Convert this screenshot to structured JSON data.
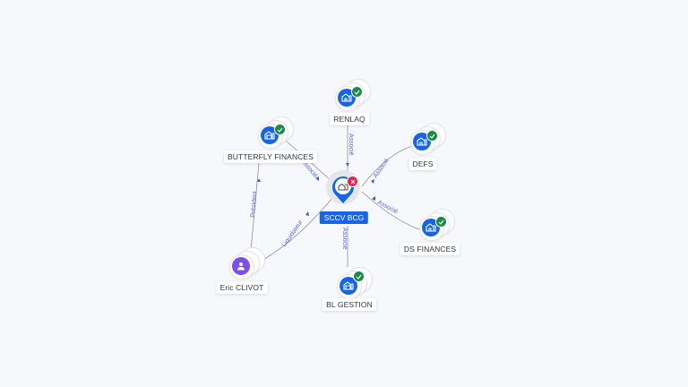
{
  "colors": {
    "company": "#1565e6",
    "person": "#7b4fe8",
    "verified": "#1a8a4a",
    "closed": "#e0234e",
    "edge": "#8a8fa0",
    "edge_label": "#5a6ad6"
  },
  "center": {
    "name": "SCCV BCG",
    "icon": "building-icon",
    "status_icon": "close-icon"
  },
  "nodes": [
    {
      "id": "renlaq",
      "name": "RENLAQ",
      "type": "company",
      "icon": "building-icon",
      "status_icon": "check-icon",
      "relation": "Associé"
    },
    {
      "id": "butterfly",
      "name": "BUTTERFLY FINANCES",
      "type": "company",
      "icon": "building-icon",
      "status_icon": "check-icon",
      "relation": "Associé"
    },
    {
      "id": "defs",
      "name": "DEFS",
      "type": "company",
      "icon": "building-icon",
      "status_icon": "check-icon",
      "relation": "Associé"
    },
    {
      "id": "dsfinances",
      "name": "DS FINANCES",
      "type": "company",
      "icon": "building-icon",
      "status_icon": "check-icon",
      "relation": "Associé"
    },
    {
      "id": "blgestion",
      "name": "BL GESTION",
      "type": "company",
      "icon": "building-icon",
      "status_icon": "check-icon",
      "relation": "Associé"
    },
    {
      "id": "eric",
      "name": "Eric CLIVOT",
      "type": "person",
      "icon": "person-icon",
      "relation": "Liquidateur"
    }
  ],
  "extra_edges": [
    {
      "from": "eric",
      "to": "butterfly",
      "relation": "Président"
    }
  ]
}
